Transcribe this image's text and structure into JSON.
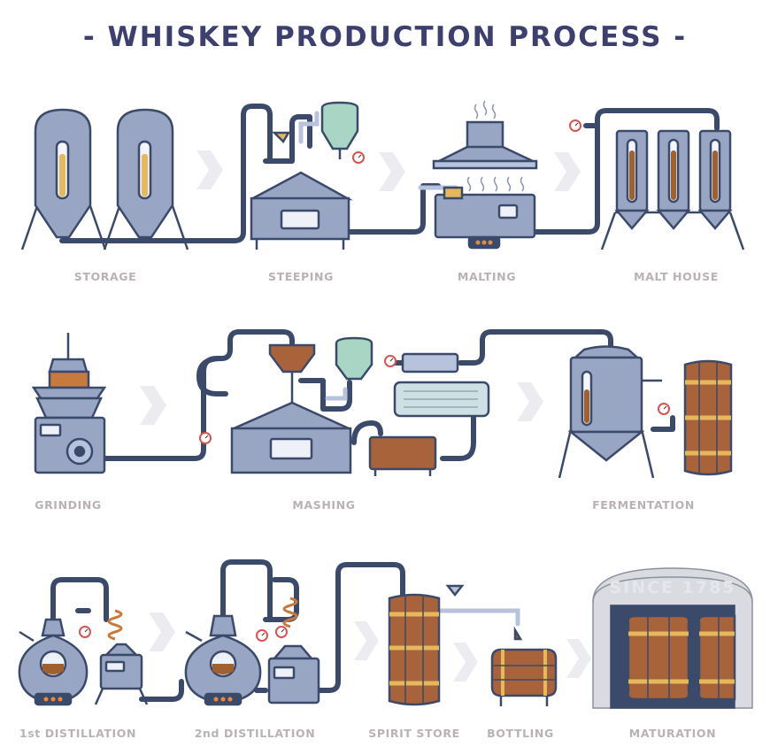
{
  "title": "- WHISKEY PRODUCTION PROCESS -",
  "colors": {
    "pipe": "#3b4a6b",
    "steel": "#98a6c4",
    "steel_light": "#b7c3dc",
    "wood": "#a8633a",
    "hoops": "#e6b85c",
    "liquid": "#a0612e",
    "label": "#b9b2b3",
    "arrow": "#ececf0",
    "title": "#3d3f6e"
  },
  "stages": [
    {
      "id": "storage",
      "label": "STORAGE"
    },
    {
      "id": "steeping",
      "label": "STEEPING"
    },
    {
      "id": "malting",
      "label": "MALTING"
    },
    {
      "id": "malt-house",
      "label": "MALT HOUSE"
    },
    {
      "id": "grinding",
      "label": "GRINDING"
    },
    {
      "id": "mashing",
      "label": "MASHING"
    },
    {
      "id": "fermentation",
      "label": "FERMENTATION"
    },
    {
      "id": "first-distillation",
      "label": "1st DISTILLATION"
    },
    {
      "id": "second-distillation",
      "label": "2nd DISTILLATION"
    },
    {
      "id": "spirit-store",
      "label": "SPIRIT STORE"
    },
    {
      "id": "bottling",
      "label": "BOTTLING"
    },
    {
      "id": "maturation",
      "label": "MATURATION"
    }
  ],
  "maturation_sign": "SINCE 1785"
}
